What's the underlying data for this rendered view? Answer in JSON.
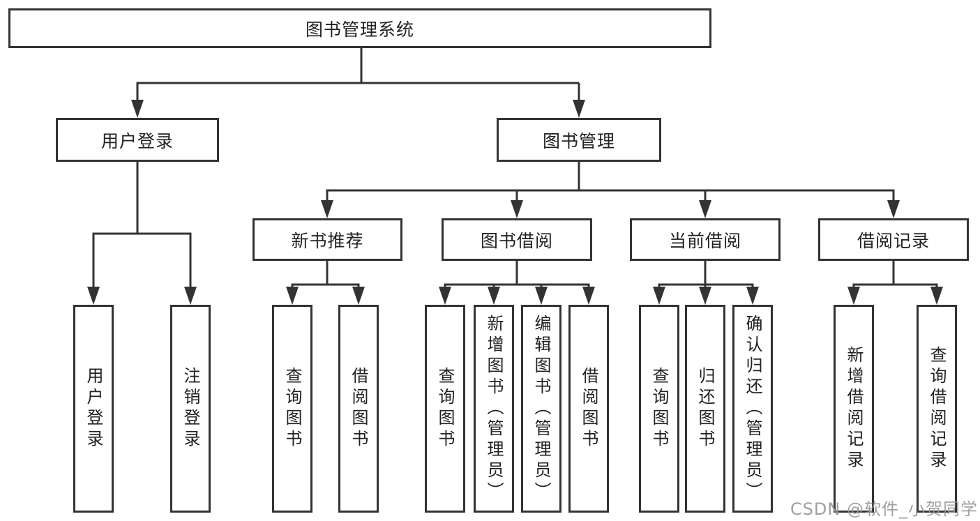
{
  "diagram_type": "functional-structure-tree",
  "colors": {
    "line": "#333333",
    "box_border": "#333333",
    "box_background": "#ffffff",
    "text": "#222222",
    "watermark": "#969696"
  },
  "watermark": "CSDN @软件_小贺同学",
  "tree": {
    "root": {
      "label": "图书管理系统",
      "children": [
        {
          "label": "用户登录",
          "children": [
            {
              "label": "用户登录"
            },
            {
              "label": "注销登录"
            }
          ]
        },
        {
          "label": "图书管理",
          "children": [
            {
              "label": "新书推荐",
              "children": [
                {
                  "label": "查询图书"
                },
                {
                  "label": "借阅图书"
                }
              ]
            },
            {
              "label": "图书借阅",
              "children": [
                {
                  "label": "查询图书"
                },
                {
                  "label": "新增图书（管理员）"
                },
                {
                  "label": "编辑图书（管理员）"
                },
                {
                  "label": "借阅图书"
                }
              ]
            },
            {
              "label": "当前借阅",
              "children": [
                {
                  "label": "查询图书"
                },
                {
                  "label": "归还图书"
                },
                {
                  "label": "确认归还（管理员）"
                }
              ]
            },
            {
              "label": "借阅记录",
              "children": [
                {
                  "label": "新增借阅记录"
                },
                {
                  "label": "查询借阅记录"
                }
              ]
            }
          ]
        }
      ]
    }
  }
}
